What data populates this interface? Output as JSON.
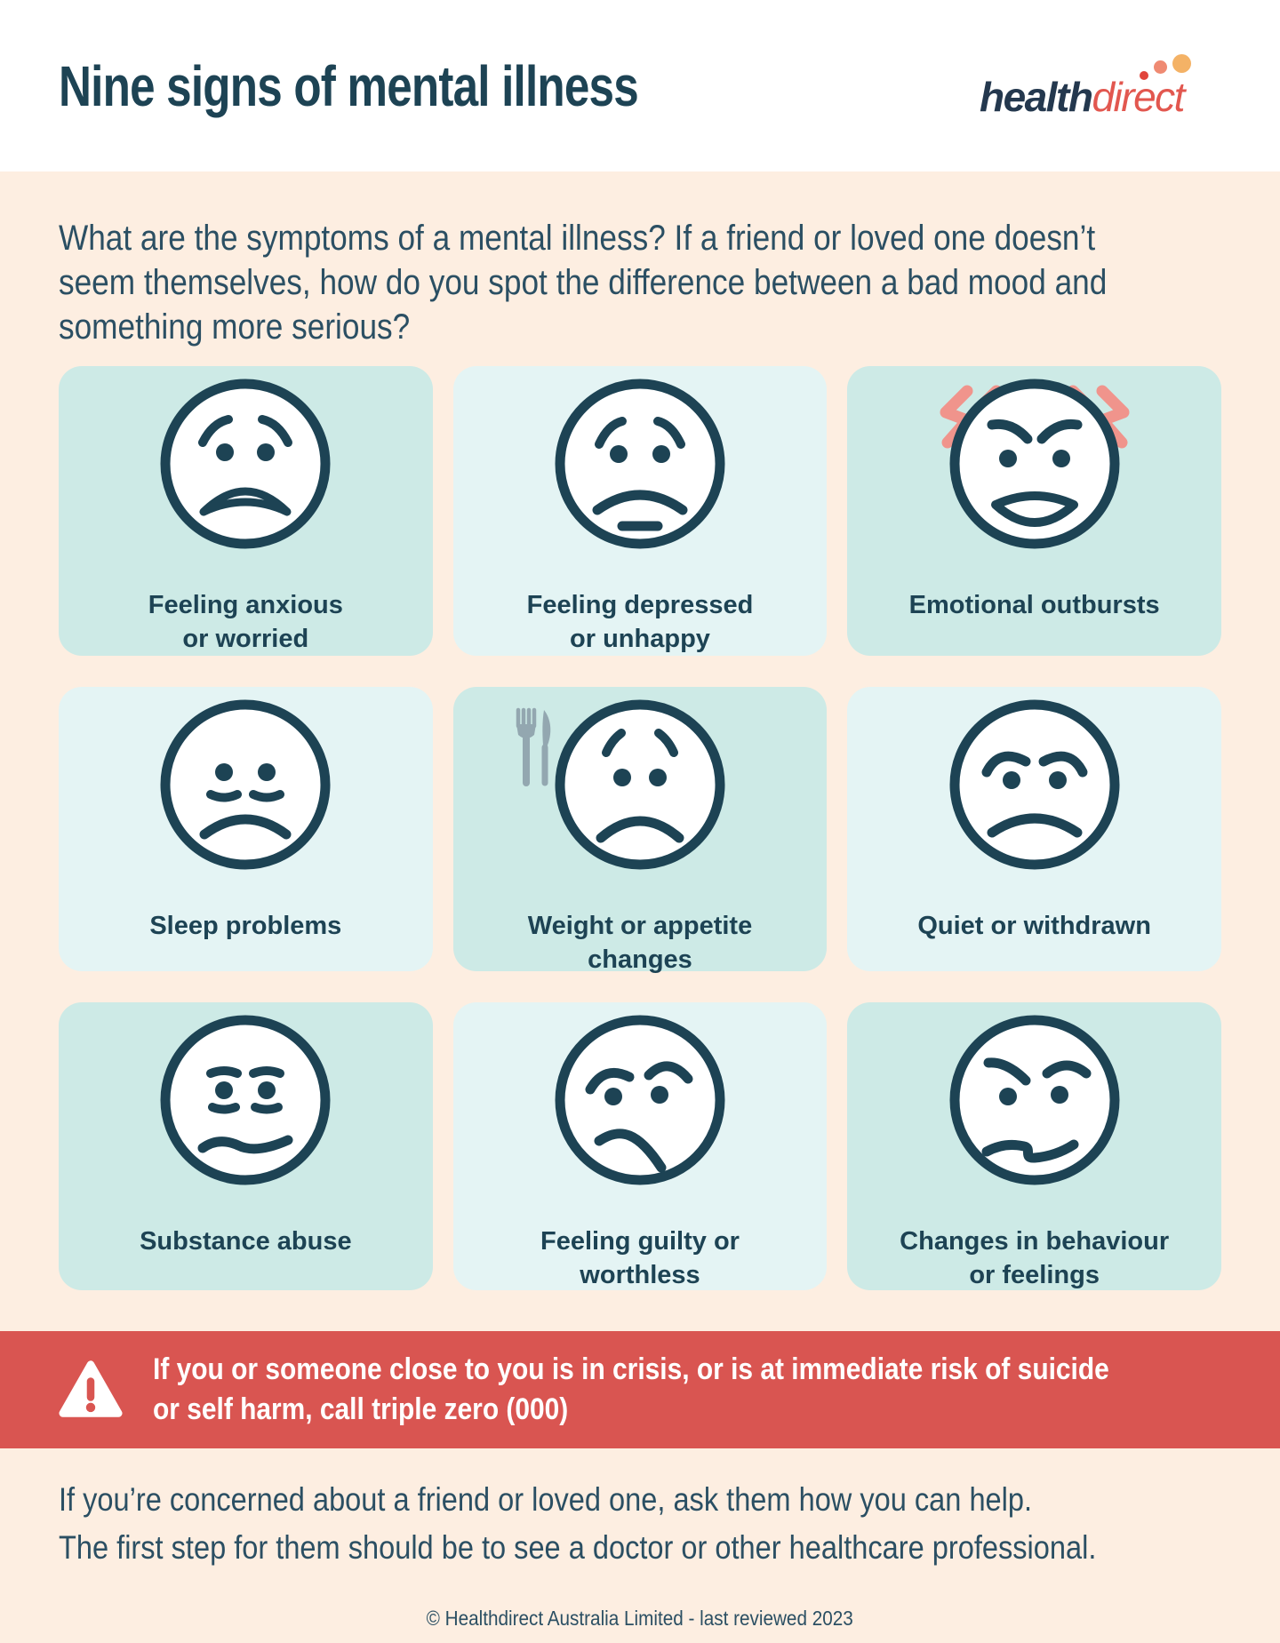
{
  "header": {
    "title": "Nine signs of mental illness",
    "logo": {
      "part1": "health",
      "part2": "direct"
    }
  },
  "intro": {
    "lines": [
      "What are the symptoms of a mental illness? If a friend or loved one doesn’t",
      "seem themselves, how do you spot the difference between a bad mood and",
      "something more serious?"
    ]
  },
  "cards": [
    {
      "icon": "anxious-face-icon",
      "label_lines": [
        "Feeling anxious",
        "or worried"
      ]
    },
    {
      "icon": "depressed-face-icon",
      "label_lines": [
        "Feeling depressed",
        "or unhappy"
      ]
    },
    {
      "icon": "angry-face-icon",
      "label_lines": [
        "Emotional outbursts"
      ]
    },
    {
      "icon": "tired-face-icon",
      "label_lines": [
        "Sleep problems"
      ]
    },
    {
      "icon": "appetite-face-icon",
      "label_lines": [
        "Weight or appetite",
        "changes"
      ]
    },
    {
      "icon": "withdrawn-face-icon",
      "label_lines": [
        "Quiet or withdrawn"
      ]
    },
    {
      "icon": "dazed-face-icon",
      "label_lines": [
        "Substance abuse"
      ]
    },
    {
      "icon": "guilty-face-icon",
      "label_lines": [
        "Feeling guilty or",
        "worthless"
      ]
    },
    {
      "icon": "uneasy-face-icon",
      "label_lines": [
        "Changes in behaviour",
        "or feelings"
      ]
    }
  ],
  "banner": {
    "line1": "If you or someone close to you is in crisis, or is at immediate risk of suicide",
    "line2_normal": "or self harm, call ",
    "line2_bold": "triple zero (000)"
  },
  "footer": {
    "line1": "If you’re concerned about a friend or loved one, ask them how you can help.",
    "line2": "The first step for them should be to see a doctor or other healthcare professional.",
    "copyright": "© Healthdirect Australia Limited - last reviewed 2023"
  },
  "colors": {
    "page_bg": "#fdeee1",
    "header_bg": "#ffffff",
    "card_teal_dark": "#cdeae6",
    "card_teal_light": "#e4f4f4",
    "ink": "#1d4354",
    "body_text": "#2b4f63",
    "banner_red": "#d95551",
    "anger_salmon": "#f0948c",
    "logo_navy": "#24384e",
    "logo_coral": "#e2574f",
    "dot_red": "#e1453c",
    "dot_coral": "#ef8a72",
    "dot_amber": "#f4b266",
    "cutlery_gray": "#93a7b0"
  }
}
